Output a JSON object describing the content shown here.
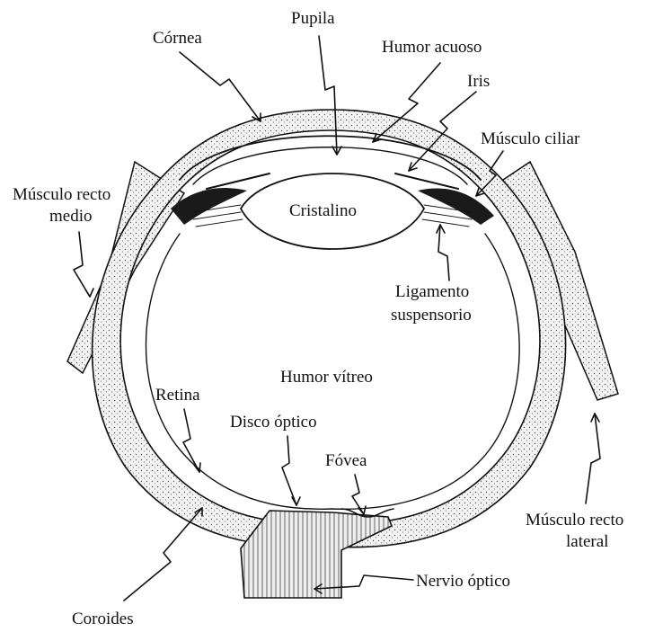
{
  "labels": {
    "cornea": "Córnea",
    "pupila": "Pupila",
    "humor_acuoso": "Humor acuoso",
    "iris": "Iris",
    "musculo_ciliar": "Músculo ciliar",
    "musculo_recto_medio_1": "Músculo recto",
    "musculo_recto_medio_2": "medio",
    "cristalino": "Cristalino",
    "ligamento_1": "Ligamento",
    "ligamento_2": "suspensorio",
    "humor_vitreo": "Humor vítreo",
    "retina": "Retina",
    "disco_optico": "Disco óptico",
    "fovea": "Fóvea",
    "musculo_recto_lateral_1": "Músculo recto",
    "musculo_recto_lateral_2": "lateral",
    "nervio_optico": "Nervio óptico",
    "coroides": "Coroides"
  }
}
